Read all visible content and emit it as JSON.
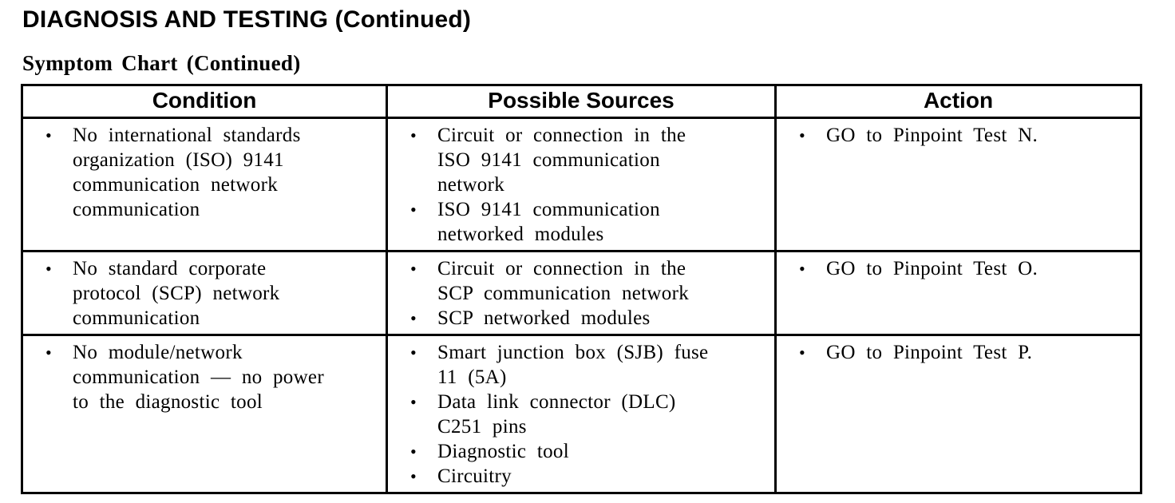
{
  "page": {
    "title": "DIAGNOSIS AND TESTING (Continued)",
    "subtitle": "Symptom Chart (Continued)"
  },
  "table": {
    "headers": [
      "Condition",
      "Possible Sources",
      "Action"
    ],
    "bullet_glyph": "•",
    "rows": [
      {
        "condition": [
          "No international standards\norganization (ISO) 9141\ncommunication network\ncommunication"
        ],
        "sources": [
          "Circuit or connection in the\nISO 9141 communication\nnetwork",
          "ISO 9141 communication\nnetworked modules"
        ],
        "action": [
          "GO to Pinpoint Test N."
        ]
      },
      {
        "condition": [
          "No standard corporate\nprotocol (SCP) network\ncommunication"
        ],
        "sources": [
          "Circuit or connection in the\nSCP communication network",
          "SCP networked modules"
        ],
        "action": [
          "GO to Pinpoint Test O."
        ]
      },
      {
        "condition": [
          "No module/network\ncommunication — no power\nto the diagnostic tool"
        ],
        "sources": [
          "Smart junction box (SJB) fuse\n11 (5A)",
          "Data link connector (DLC)\nC251 pins",
          "Diagnostic tool",
          "Circuitry"
        ],
        "action": [
          "GO to Pinpoint Test P."
        ]
      }
    ]
  }
}
